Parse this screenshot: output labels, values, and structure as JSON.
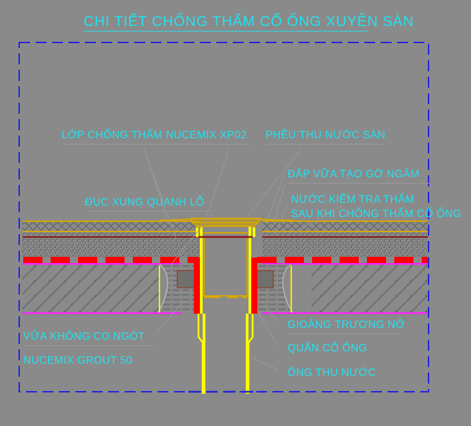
{
  "drawing": {
    "title": "CHI TIẾT CHỐNG THẤM CỔ ỐNG XUYÊN SÀN",
    "colors": {
      "background": "#8a8a8a",
      "text_cyan": "#22e2f0",
      "border_blue": "#2222dd",
      "waterproof_red": "#ff0000",
      "dark_red": "#8b1414",
      "magenta": "#ff22ff",
      "pipe_yellow": "#ffff00",
      "grate_gold": "#d8a800",
      "hatch_gray": "#6e6e6e",
      "seal_gray": "#707070"
    },
    "labels": {
      "waterproof_layer": "LỚP CHỐNG THẤM NUCEMIX XP02",
      "floor_drain": "PHỄU THU NƯỚC SÀN",
      "mortar_ridge": "ĐẮP VỮA TẠO GỜ NGÂM",
      "test_water_1": "NƯỚC KIỂM TRA THẤM",
      "test_water_2": "SAU KHI CHỐNG THẤM CỔ ỐNG",
      "chisel_around_hole": "ĐỤC XUNG QUANH LỖ",
      "non_shrink_grout": "VỮA KHÔNG CO NGÓT",
      "grout_product": "NUCEMIX GROUT 50",
      "swelling_gasket": "GIOĂNG TRƯƠNG NỞ",
      "wrap_pipe_collar": "QUẤN CỔ ỐNG",
      "drain_pipe": "ỐNG THU NƯỚC"
    }
  }
}
